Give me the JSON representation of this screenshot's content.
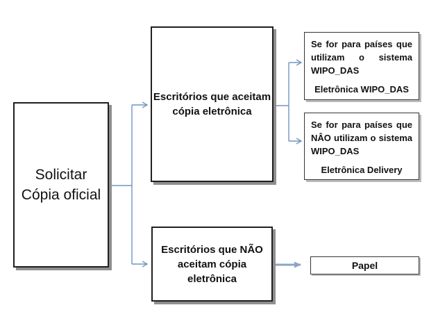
{
  "diagram": {
    "background": "#ffffff",
    "colors": {
      "connector": "#7095c0",
      "thick_arrow": "#8ca6c2",
      "box_border": "#1f1f1f",
      "small_box_border": "#333333",
      "shadow": "#8f8f8f",
      "text": "#111111"
    },
    "nodes": {
      "solicitar": {
        "lines": [
          "Solicitar",
          "Cópia oficial"
        ]
      },
      "aceitam": {
        "lines": [
          "Escritórios que aceitam",
          "cópia eletrônica"
        ]
      },
      "nao_aceitam": {
        "lines": [
          "Escritórios que NÃO",
          "aceitam cópia",
          "eletrônica"
        ]
      },
      "wipo_das": {
        "condition": "Se for para países que utilizam o sistema WIPO_DAS",
        "result": "Eletrônica WIPO_DAS"
      },
      "nao_wipo_das": {
        "condition": "Se for para países que NÂO utilizam o sistema WIPO_DAS",
        "result": "Eletrônica Delivery"
      },
      "papel": {
        "label": "Papel"
      }
    }
  }
}
